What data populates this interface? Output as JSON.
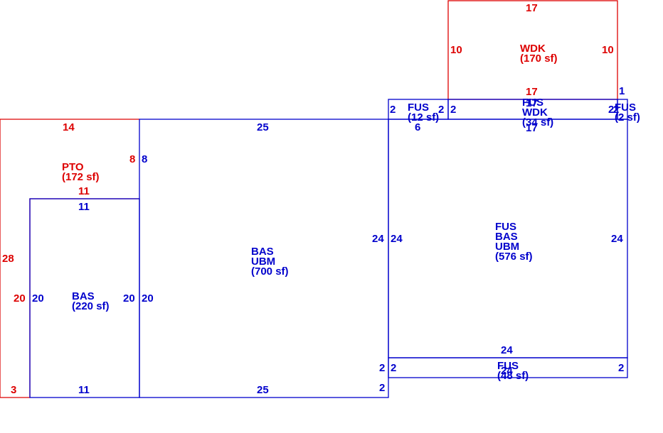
{
  "colors": {
    "living": "#0000cc",
    "exterior": "#dd0000"
  },
  "areas": {
    "wdk_top": {
      "name": "WDK",
      "area": "(170 sf)"
    },
    "pto": {
      "name": "PTO",
      "area": "(172 sf)"
    },
    "bas_left": {
      "name": "BAS",
      "area": "(220 sf)"
    },
    "bas_ubm": {
      "line1": "BAS",
      "line2": "UBM",
      "area": "(700 sf)"
    },
    "fus_main": {
      "line1": "FUS",
      "line2": "BAS",
      "line3": "UBM",
      "area": "(576 sf)"
    },
    "fus_small_left": {
      "name": "FUS",
      "area": "(12 sf)"
    },
    "fus_wdk_strip": {
      "line1": "FUS",
      "line2": "WDK",
      "area": "(34 sf)"
    },
    "fus_tiny_right": {
      "name": "FUS",
      "area": "(2 sf)"
    },
    "fus_bottom_strip": {
      "name": "FUS",
      "area": "(48 sf)"
    }
  },
  "dimensions": {
    "wdk_top": "17",
    "wdk_left": "10",
    "wdk_right": "10",
    "wdk_bottom": "17",
    "pto_top": "14",
    "pto_right": "8",
    "pto_inner": "11",
    "pto_left": "28",
    "pto_left_lower": "20",
    "pto_bottom": "3",
    "bas_left_top": "11",
    "bas_left_left": "20",
    "bas_left_right": "20",
    "bas_left_bottom": "11",
    "bas_ubm_top": "25",
    "bas_ubm_left_upper": "8",
    "bas_ubm_left": "20",
    "bas_ubm_right": "24",
    "bas_ubm_bottom": "25",
    "bas_ubm_bottom_right": "2",
    "fus_left_side": "24",
    "fus_right_side": "24",
    "fus12_left": "2",
    "fus12_right": "2",
    "fus12_bottom": "6",
    "strip_left": "2",
    "strip_top": "17",
    "strip_bottom": "17",
    "strip_right": "2",
    "tiny_top": "1",
    "tiny_left": "2",
    "bottom_strip_top": "24",
    "bottom_strip_left_outer": "2",
    "bottom_strip_left": "2",
    "bottom_strip_right": "2",
    "bottom_strip_bottom": "24"
  }
}
